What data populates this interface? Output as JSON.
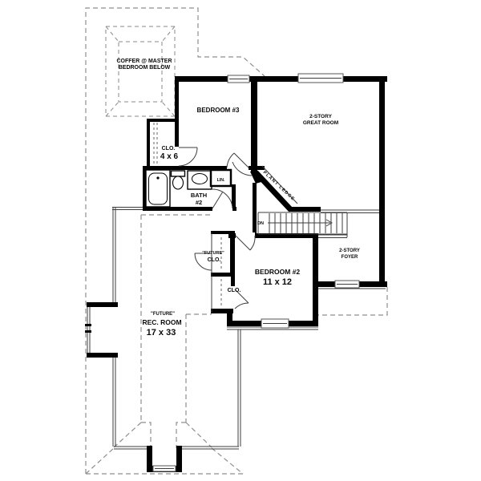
{
  "labels": {
    "coffer_line1": "COFFER @ MASTER",
    "coffer_line2": "BEDROOM BELOW",
    "bedroom3": "BEDROOM #3",
    "great_room_line1": "2-STORY",
    "great_room_line2": "GREAT ROOM",
    "closet4x6_name": "CLO.",
    "closet4x6_dims": "4 x 6",
    "bath_line1": "BATH",
    "bath_line2": "#2",
    "linen": "LIN.",
    "plant_ledge": "PLANT LEDGE",
    "stairs_direction": "DN",
    "foyer_line1": "2-STORY",
    "foyer_line2": "FOYER",
    "future_closet_line1": "\"FUTURE\"",
    "future_closet_line2": "CLO.",
    "bedroom2": "BEDROOM #2",
    "bedroom2_dims": "11 x 12",
    "closet2": "CLO.",
    "rec_room_line1": "\"FUTURE\"",
    "rec_room_line2": "REC. ROOM",
    "rec_room_dims": "17 x 33"
  },
  "colors": {
    "wall": "#000000",
    "thin_line": "#3d3d3d",
    "dashed_line": "#8f8f8f",
    "background": "#ffffff",
    "text": "#0a0a0a"
  }
}
